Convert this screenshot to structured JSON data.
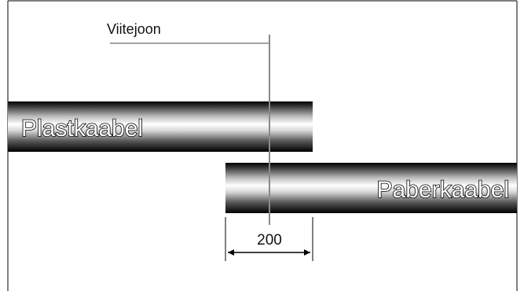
{
  "reference_label": "Viitejoon",
  "cables": [
    {
      "label": "Plastkaabel"
    },
    {
      "label": "Paberkaabel"
    }
  ],
  "dimension": {
    "value": "200"
  },
  "colors": {
    "frame": "#000000",
    "reference_line": "#8a8a8a",
    "cable_dark": "#000000",
    "cable_light": "#ffffff"
  }
}
